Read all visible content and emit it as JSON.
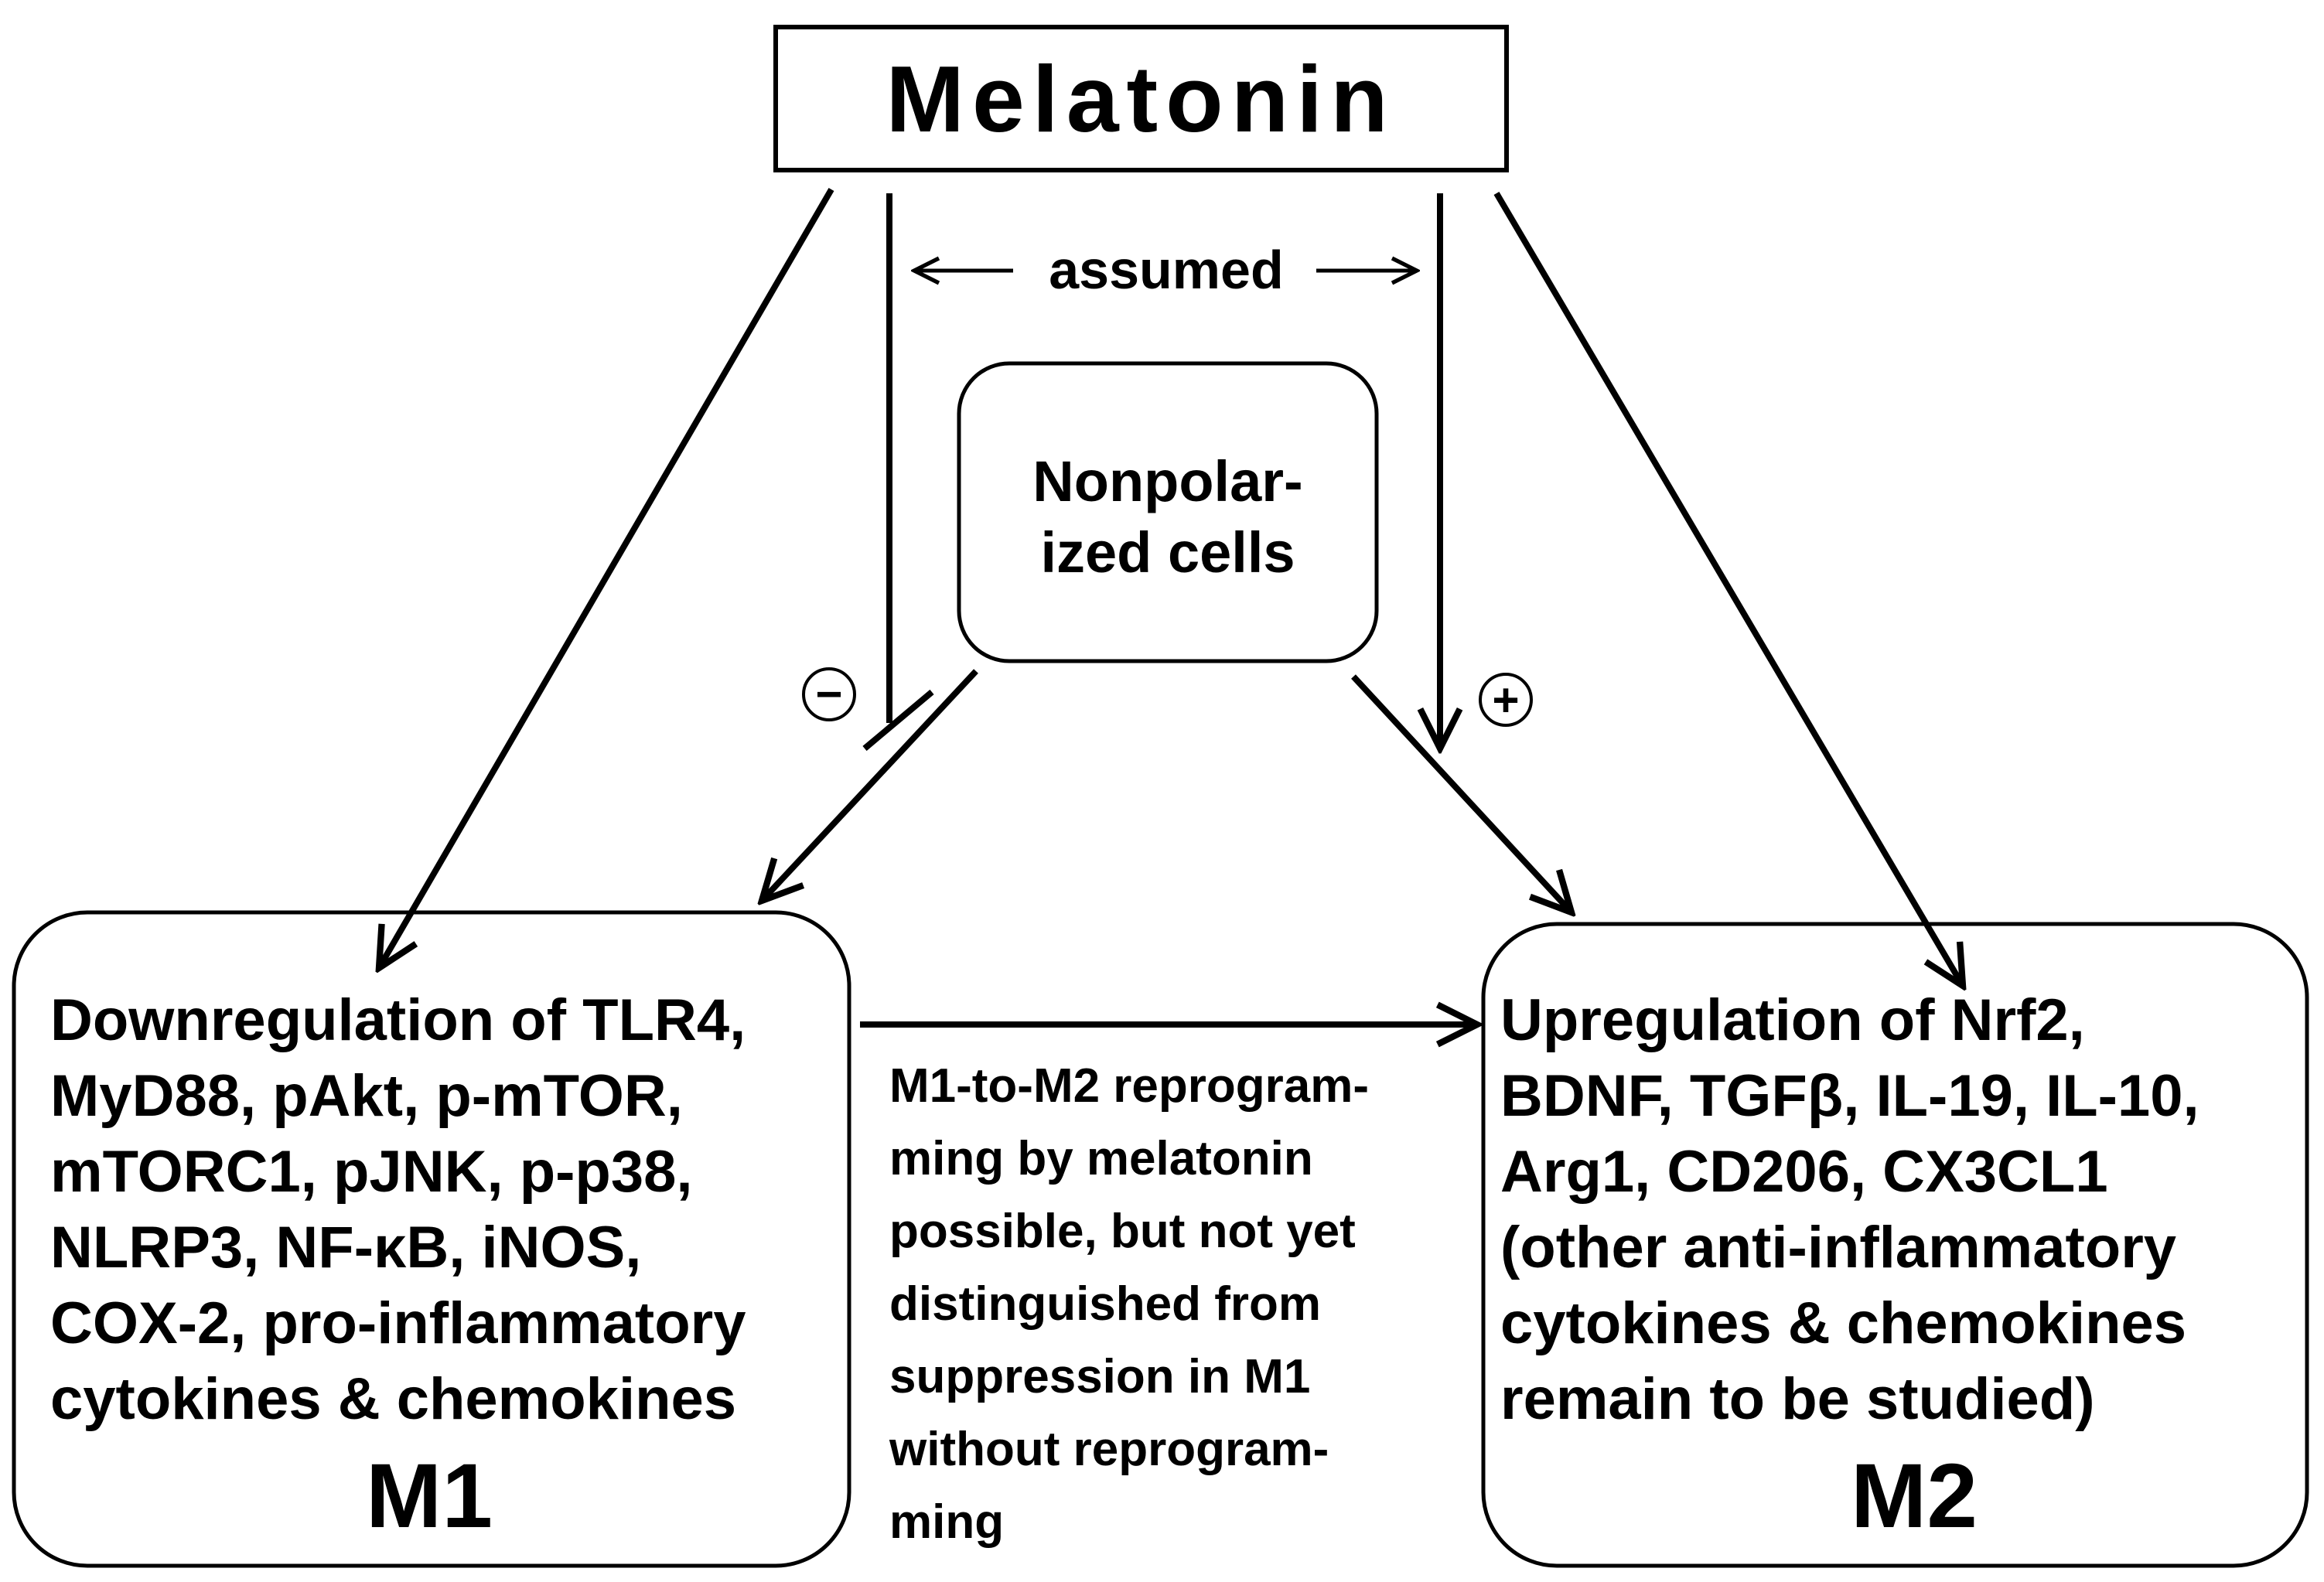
{
  "melatonin": {
    "label": "Melatonin"
  },
  "assumed": {
    "label": "assumed"
  },
  "nonpolarized": {
    "line1": "Nonpolar-",
    "line2": "ized cells"
  },
  "signs": {
    "minus": "−",
    "plus": "+"
  },
  "m1": {
    "lines": [
      "Downregulation of TLR4,",
      "MyD88, pAkt, p-mTOR,",
      "mTORC1, pJNK, p-p38,",
      "NLRP3, NF-κB, iNOS,",
      "COX-2, pro-inflammatory",
      "cytokines & chemokines"
    ],
    "title": "M1"
  },
  "m2": {
    "lines": [
      "Upregulation of Nrf2,",
      "BDNF, TGFβ, IL-19, IL-10,",
      "Arg1, CD206, CX3CL1",
      "(other anti-inflammatory",
      "cytokines & chemokines",
      "remain to be studied)"
    ],
    "title": "M2"
  },
  "middle_note": {
    "lines": [
      "M1-to-M2 reprogram-",
      "ming by melatonin",
      "possible, but not yet",
      "distinguished from",
      "suppression in M1",
      "without reprogram-",
      "ming"
    ]
  }
}
